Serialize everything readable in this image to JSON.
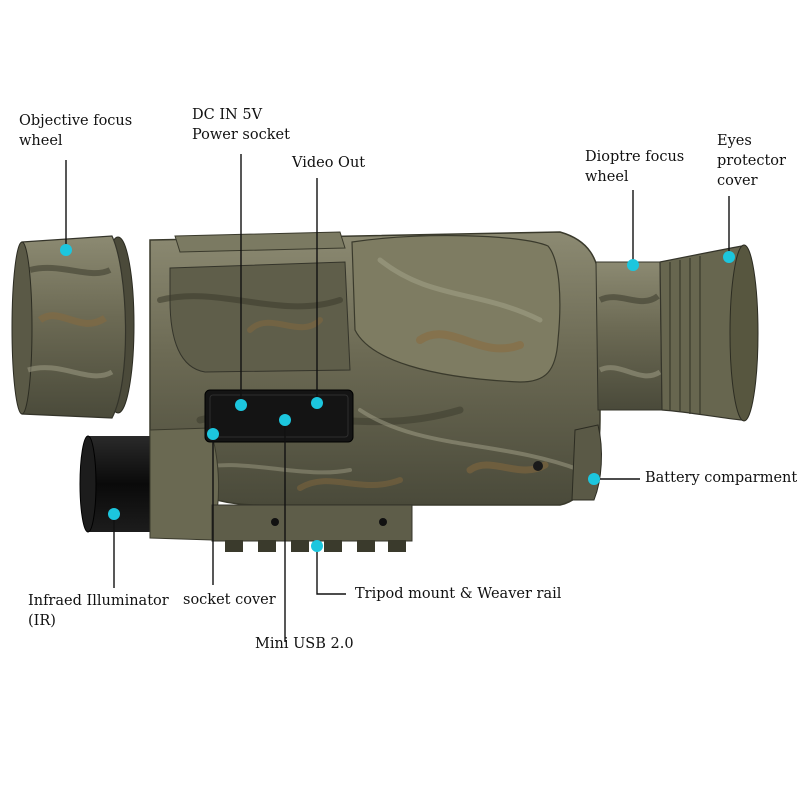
{
  "colors": {
    "marker": "#1cc6de",
    "leader": "#111111",
    "camo_base": "#6e6c55",
    "camo_dark": "#3a3a2c",
    "camo_light": "#a3a289",
    "camo_brown": "#8a6a3c",
    "black": "#0b0b0b"
  },
  "labels": {
    "objective_focus": [
      "Objective focus",
      "wheel"
    ],
    "dc_in": [
      "DC IN 5V",
      "Power socket"
    ],
    "video_out": "Video Out",
    "dioptre_focus": [
      "Dioptre focus",
      "wheel"
    ],
    "eyes_protector": [
      "Eyes",
      "protector",
      "cover"
    ],
    "battery": "Battery comparment",
    "infrared": [
      "Infraed Illuminator",
      "(IR)"
    ],
    "socket_cover": "socket cover",
    "tripod": "Tripod mount & Weaver rail",
    "mini_usb": "Mini USB 2.0"
  }
}
